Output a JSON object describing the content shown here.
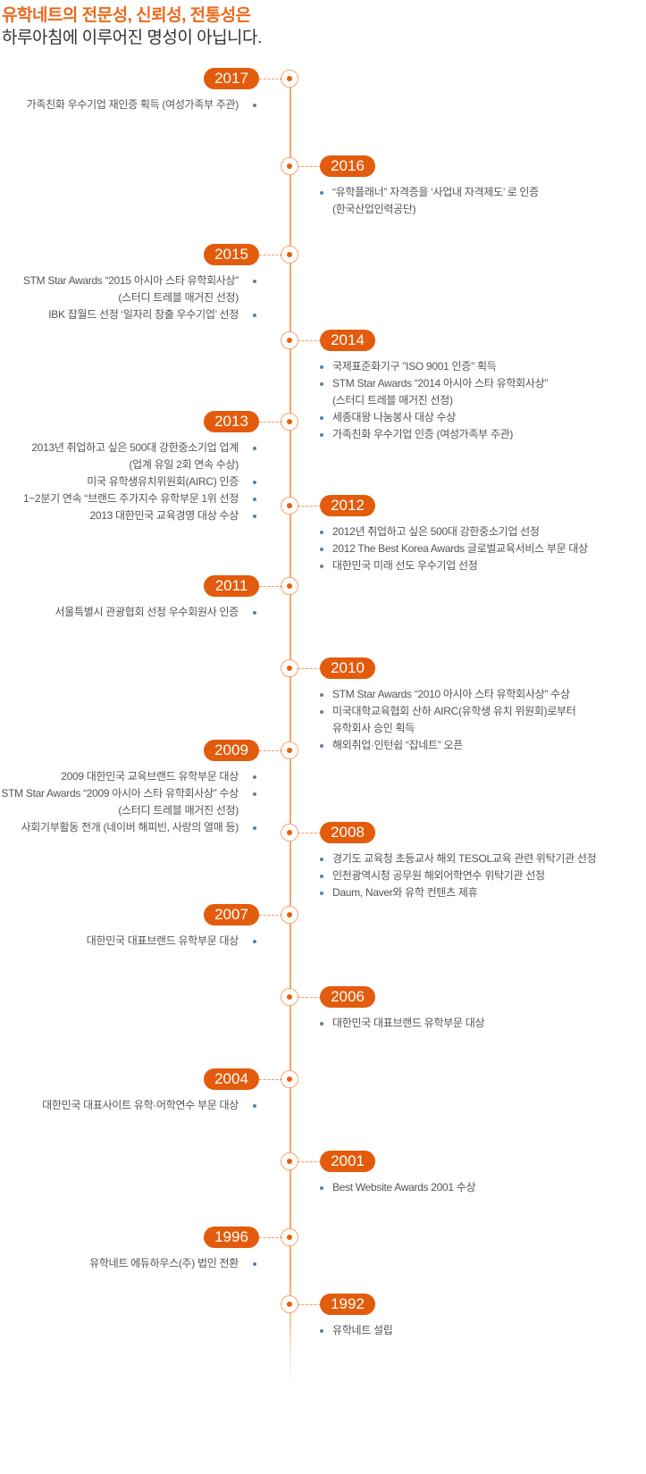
{
  "header": {
    "title_line1": "유학네트의 전문성, 신뢰성, 전통성은",
    "title_line2": "하루아침에 이루어진 명성이 아닙니다."
  },
  "colors": {
    "accent": "#e35b0c",
    "line": "#f4a46e",
    "bullet": "#5b7fa8"
  },
  "timeline": [
    {
      "year": "2017",
      "side": "left",
      "items": [
        [
          "가족친화 우수기업 재인증 획득 (여성가족부 주관)"
        ]
      ]
    },
    {
      "year": "2016",
      "side": "right",
      "items": [
        [
          "“유학플래너” 자격증을 ‘사업내 자격제도’ 로 인증",
          "(한국산업인력공단)"
        ]
      ]
    },
    {
      "year": "2015",
      "side": "left",
      "items": [
        [
          "STM Star Awards “2015 아시아 스타 유학회사상”",
          "(스터디 트레블 매거진 선정)"
        ],
        [
          "IBK 잡월드 선정 ‘일자리 창출 우수기업’ 선정"
        ]
      ]
    },
    {
      "year": "2014",
      "side": "right",
      "items": [
        [
          "국제표준화기구 \"ISO 9001 인증\" 획득"
        ],
        [
          "STM Star Awards “2014 아시아 스타 유학회사상”",
          "(스터디 트레블 매거진 선정)"
        ],
        [
          "세종대왕 나눔봉사 대상 수상"
        ],
        [
          "가족친화 우수기업 인증 (여성가족부 주관)"
        ]
      ]
    },
    {
      "year": "2013",
      "side": "left",
      "items": [
        [
          "2013년 취업하고 싶은 500대 강한중소기업 업계",
          "(업계 유일 2회 연속 수상)"
        ],
        [
          "미국 유학생유치위원회(AIRC) 인증"
        ],
        [
          "1~2분기 연속 “브랜드 주가지수 유학부문 1위 선정"
        ],
        [
          "2013 대한민국 교육경영 대상 수상"
        ]
      ]
    },
    {
      "year": "2012",
      "side": "right",
      "items": [
        [
          "2012년 취업하고 싶은 500대 강한중소기업 선정"
        ],
        [
          "2012 The Best Korea Awards 글로벌교육서비스 부문 대상"
        ],
        [
          "대한민국 미래 선도 우수기업 선정"
        ]
      ]
    },
    {
      "year": "2011",
      "side": "left",
      "items": [
        [
          "서울특별시 관광협회 선정 우수회원사 인증"
        ]
      ]
    },
    {
      "year": "2010",
      "side": "right",
      "items": [
        [
          "STM Star Awards “2010 아시아 스타 유학회사상” 수상"
        ],
        [
          "미국대학교육협회 산하 AIRC(유학생 유치 위원회)로부터",
          "유학회사 승인 획득"
        ],
        [
          "해외취업·인턴쉽 “잡네트” 오픈"
        ]
      ]
    },
    {
      "year": "2009",
      "side": "left",
      "items": [
        [
          "2009 대한민국 교육브랜드 유학부문 대상"
        ],
        [
          "STM Star Awards “2009 아시아 스타 유학회사상” 수상",
          "(스터디 트레블 매거진 선정)"
        ],
        [
          "사회기부활동 전개 (네이버 해피빈, 사랑의 열매 등)"
        ]
      ]
    },
    {
      "year": "2008",
      "side": "right",
      "items": [
        [
          "경기도 교육청 초등교사 해외 TESOL교육 관련 위탁기관 선정"
        ],
        [
          "인천광역시청 공무원 해외어학연수 위탁기관 선정"
        ],
        [
          "Daum, Naver와 유학 컨텐츠 제휴"
        ]
      ]
    },
    {
      "year": "2007",
      "side": "left",
      "items": [
        [
          "대한민국 대표브랜드 유학부문 대상"
        ]
      ]
    },
    {
      "year": "2006",
      "side": "right",
      "items": [
        [
          "대한민국 대표브랜드 유학부문 대상"
        ]
      ]
    },
    {
      "year": "2004",
      "side": "left",
      "items": [
        [
          "대한민국 대표사이트 유학·어학연수 부문 대상"
        ]
      ]
    },
    {
      "year": "2001",
      "side": "right",
      "items": [
        [
          "Best Website Awards 2001 수상"
        ]
      ]
    },
    {
      "year": "1996",
      "side": "left",
      "items": [
        [
          "유학네트 에듀하우스(주) 법인 전환"
        ]
      ]
    },
    {
      "year": "1992",
      "side": "right",
      "items": [
        [
          "유학네트 설립"
        ]
      ]
    }
  ]
}
